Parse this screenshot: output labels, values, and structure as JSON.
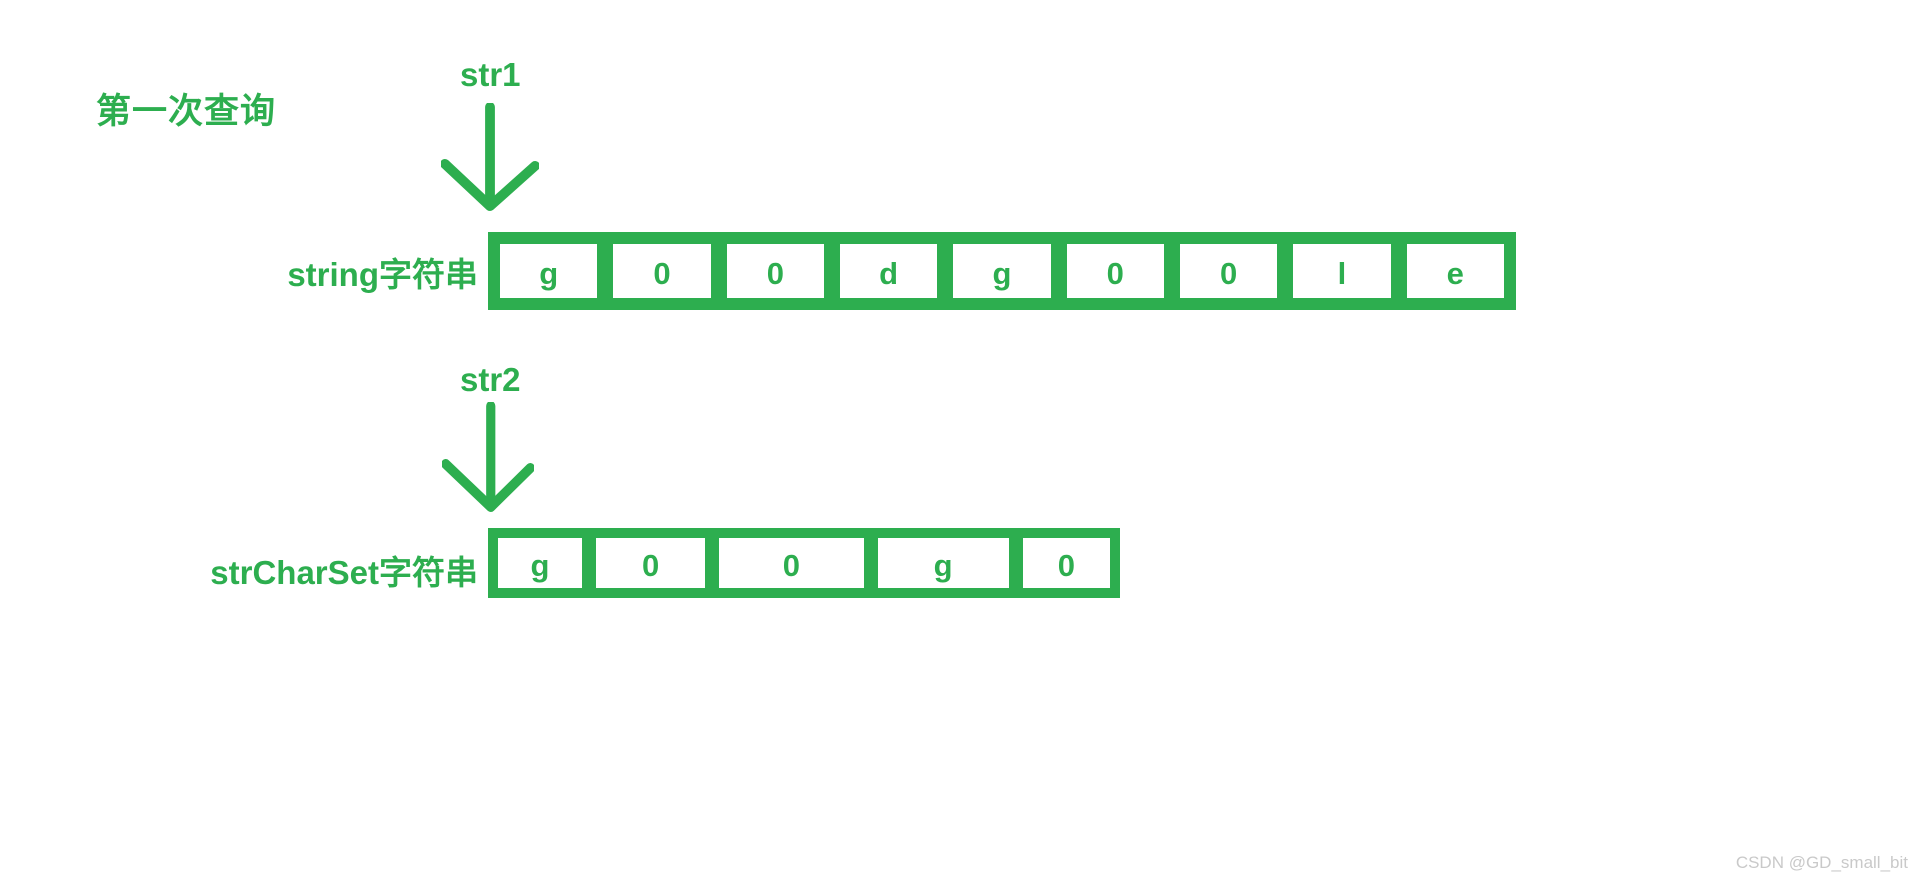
{
  "colors": {
    "green": "#2dae4f",
    "watermark": "#c9c9c9",
    "background": "#ffffff"
  },
  "annotation": {
    "step_label": "第一次查询"
  },
  "diagram": {
    "rows": [
      {
        "pointer_label": "str1",
        "row_label": "string字符串",
        "cells": [
          "g",
          "0",
          "0",
          "d",
          "g",
          "0",
          "0",
          "l",
          "e"
        ]
      },
      {
        "pointer_label": "str2",
        "row_label": "strCharSet字符串",
        "cells": [
          "g",
          "0",
          "0",
          "g",
          "0"
        ]
      }
    ]
  },
  "watermark": "CSDN @GD_small_bit"
}
